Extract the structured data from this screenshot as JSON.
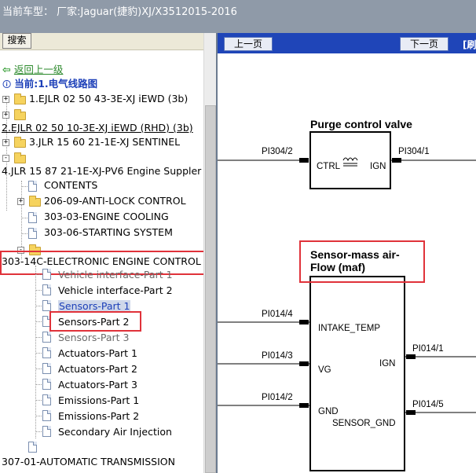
{
  "window": {
    "title": "当前车型：  厂家:Jaguar(捷豹)XJ/X3512015-2016"
  },
  "left_panel": {
    "search_button": "搜索",
    "back_link": "返回上一级",
    "current_label": "当前:1.电气线路图",
    "tree": [
      {
        "label": "1.EJLR 02 50 43-3E-XJ iEWD (3b)"
      },
      {
        "label": "2.EJLR 02 50 10-3E-XJ iEWD (RHD) (3b)"
      },
      {
        "label": "3.JLR 15 60 21-1E-XJ SENTINEL"
      },
      {
        "label": "4.JLR 15 87 21-1E-XJ-PV6 Engine Suppler"
      },
      {
        "label": "CONTENTS"
      },
      {
        "label": "206-09-ANTI-LOCK CONTROL"
      },
      {
        "label": "303-03-ENGINE COOLING"
      },
      {
        "label": "303-06-STARTING SYSTEM"
      },
      {
        "label": "303-14C-ELECTRONIC ENGINE CONTROL"
      },
      {
        "label": "Vehicle interface-Part 1"
      },
      {
        "label": "Vehicle interface-Part 2"
      },
      {
        "label": "Sensors-Part 1"
      },
      {
        "label": "Sensors-Part 2"
      },
      {
        "label": "Sensors-Part 3"
      },
      {
        "label": "Actuators-Part 1"
      },
      {
        "label": "Actuators-Part 2"
      },
      {
        "label": "Actuators-Part 3"
      },
      {
        "label": "Emissions-Part 1"
      },
      {
        "label": "Emissions-Part 2"
      },
      {
        "label": "Secondary Air Injection"
      },
      {
        "label": "307-01-AUTOMATIC TRANSMISSION"
      }
    ]
  },
  "right_panel": {
    "prev_button": "上一页",
    "next_button": "下一页",
    "refresh_label": "[刷",
    "diagram": {
      "purge_title": "Purge control valve",
      "purge_left_pin": "PI304/2",
      "purge_right_pin": "PI304/1",
      "purge_ctrl": "CTRL",
      "purge_ign": "IGN",
      "maf_title_line1": "Sensor-mass air-",
      "maf_title_line2": "Flow (maf)",
      "maf_pin_4": "PI014/4",
      "maf_pin_3": "PI014/3",
      "maf_pin_2": "PI014/2",
      "maf_pin_1": "PI014/1",
      "maf_pin_5": "PI014/5",
      "maf_intake_temp": "INTAKE_TEMP",
      "maf_vg": "VG",
      "maf_gnd": "GND",
      "maf_ign": "IGN",
      "maf_sensor_gnd": "SENSOR_GND"
    }
  },
  "colors": {
    "title_bar": "#8f9aa8",
    "nav_bar": "#1f45b8",
    "highlight_box": "#e0323a",
    "link_green": "#2d8a2d",
    "current_blue": "#1c3fb8"
  }
}
